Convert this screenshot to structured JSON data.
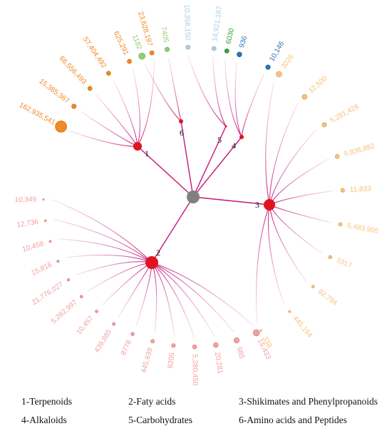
{
  "colors": {
    "edge": "#c2187a",
    "edge_light": "#f3c6db",
    "root": "#808080",
    "hub": "#e0141e"
  },
  "groups": [
    {
      "id": "1",
      "name": "Terpenoids",
      "color": "#f08a24",
      "leaves": [
        "162,935,541",
        "15,385,367",
        "66,556,493",
        "57,404,492",
        "625,291",
        "23,628,197"
      ]
    },
    {
      "id": "2",
      "name": "Fatty acids",
      "color": "#f4a0a0",
      "leaves": [
        "10,349",
        "12,736",
        "10,458",
        "15,816",
        "21,776,027",
        "5,282,997",
        "10,457",
        "439,885",
        "8778",
        "445,639",
        "8205",
        "5,280,450",
        "20,281",
        "985",
        "15,433"
      ]
    },
    {
      "id": "3",
      "name": "Shikimates and Phenylpropanoids",
      "color": "#f7c27a",
      "leaves": [
        "3026",
        "12,500",
        "5,281,426",
        "9,838,882",
        "11,833",
        "5,483,905",
        "1017",
        "92,794",
        "445,154",
        "338"
      ]
    },
    {
      "id": "4",
      "name": "Alkaloids",
      "color": "#2e75b6",
      "leaves": [
        "936",
        "10,146"
      ]
    },
    {
      "id": "5",
      "name": "Carbohydrates",
      "color": "#a9cfe8",
      "leaves": [
        "10,358,150",
        "14,921,167"
      ]
    },
    {
      "id": "6",
      "name": "Amino acids and Peptides",
      "color": "#8fce74",
      "leaves": [
        "1182",
        "7405"
      ]
    }
  ],
  "extra_leaves": [
    {
      "label": "6030",
      "color": "#3aa23a"
    }
  ],
  "legend": [
    {
      "label": "1-Terpenoids"
    },
    {
      "label": "2-Faty acids"
    },
    {
      "label": "3-Shikimates and Phenylpropanoids"
    },
    {
      "label": "4-Alkaloids"
    },
    {
      "label": "5-Carbohydrates"
    },
    {
      "label": "6-Amino acids and Peptides"
    }
  ]
}
